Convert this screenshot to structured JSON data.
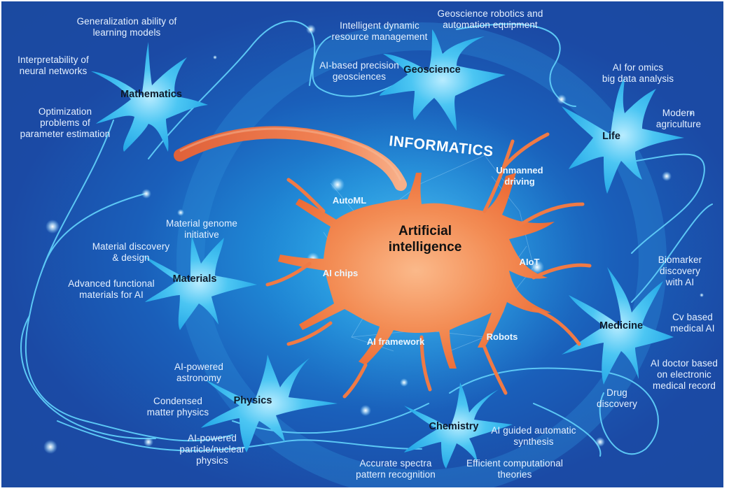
{
  "figure": {
    "core": {
      "label_line1": "Artificial",
      "label_line2": "intelligence",
      "color": "#f08a4b"
    },
    "banner": {
      "label": "INFORMATICS"
    },
    "ai_topics": [
      {
        "label": "AutoML"
      },
      {
        "label": "Unmanned",
        "label2": "driving"
      },
      {
        "label": "AI chips"
      },
      {
        "label": "AIoT"
      },
      {
        "label": "AI framework"
      },
      {
        "label": "Robots"
      }
    ],
    "domains": {
      "mathematics": {
        "label": "Mathematics",
        "topics": [
          [
            "Generalization ability of",
            "learning models"
          ],
          [
            "Interpretability of",
            "neural networks"
          ],
          [
            "Optimization",
            "problems of",
            "parameter estimation"
          ]
        ]
      },
      "geoscience": {
        "label": "Geoscience",
        "topics": [
          [
            "Intelligent dynamic",
            "resource management"
          ],
          [
            "Geoscience robotics and",
            "automation equipment"
          ],
          [
            "AI-based precision",
            "geosciences"
          ]
        ]
      },
      "life": {
        "label": "Life",
        "topics": [
          [
            "AI for omics",
            "big data analysis"
          ],
          [
            "Modern",
            "agriculture"
          ]
        ]
      },
      "materials": {
        "label": "Materials",
        "topics": [
          [
            "Material genome",
            "initiative"
          ],
          [
            "Material discovery",
            "& design"
          ],
          [
            "Advanced functional",
            "materials for AI"
          ]
        ]
      },
      "medicine": {
        "label": "Medicine",
        "topics": [
          [
            "Biomarker",
            "discovery",
            "with AI"
          ],
          [
            "Cv based",
            "medical AI"
          ],
          [
            "AI doctor based",
            "on electronic",
            "medical record"
          ],
          [
            "Drug",
            "discovery"
          ]
        ]
      },
      "physics": {
        "label": "Physics",
        "topics": [
          [
            "AI-powered",
            "astronomy"
          ],
          [
            "Condensed",
            "matter physics"
          ],
          [
            "AI-powered",
            "particle/nuclear",
            "physics"
          ]
        ]
      },
      "chemistry": {
        "label": "Chemistry",
        "topics": [
          [
            "AI guided automatic",
            "synthesis"
          ],
          [
            "Accurate spectra",
            "pattern recognition"
          ],
          [
            "Efficient computational",
            "theories"
          ]
        ]
      }
    },
    "colors": {
      "background_dark": "#1b4aa5",
      "background_light": "#29a8e6",
      "neuron_blue": "#3dbdf0",
      "neuron_orange": "#f07a45",
      "axon_line": "#5cc8f5",
      "text_light": "#e6f1ff",
      "text_dark": "#0d1a2a"
    }
  }
}
